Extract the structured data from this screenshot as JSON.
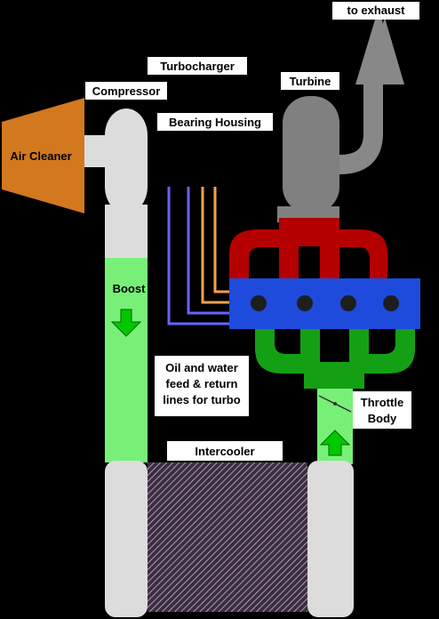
{
  "labels": {
    "to_exhaust": "to exhaust",
    "turbocharger": "Turbocharger",
    "turbine": "Turbine",
    "compressor": "Compressor",
    "bearing_housing": "Bearing Housing",
    "air_cleaner": "Air Cleaner",
    "boost": "Boost",
    "oil_water_line1": "Oil and water",
    "oil_water_line2": "feed & return",
    "oil_water_line3": "lines for turbo",
    "throttle_line1": "Throttle",
    "throttle_line2": "Body",
    "intercooler": "Intercooler"
  },
  "colors": {
    "background": "#000000",
    "label_box": "#ffffff",
    "air_cleaner": "#d2781e",
    "compressor_housing": "#dcdcdc",
    "turbine_housing": "#808080",
    "exhaust_manifold": "#b40000",
    "engine_block": "#1e4bdc",
    "cylinder": "#1e1e1e",
    "intake_manifold": "#14a014",
    "intake_air": "#78f078",
    "flow_arrow": "#00c800",
    "oil_line_orange": "#f5a050",
    "oil_line_blue": "#6464ff",
    "intercooler_core": "#5a4664"
  },
  "icons": {
    "boost_arrow": "down-arrow-icon",
    "throttle_arrow": "up-arrow-icon",
    "exhaust_arrow": "up-arrow-icon"
  }
}
